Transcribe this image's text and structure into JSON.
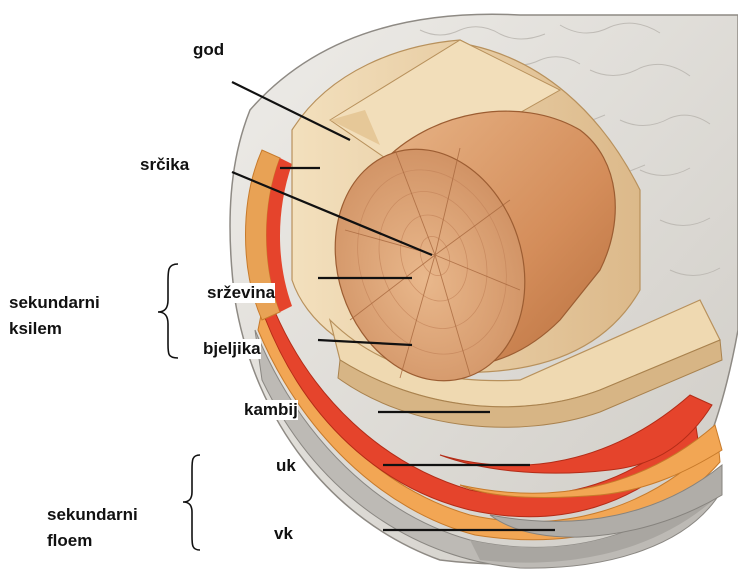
{
  "labels": {
    "god": "god",
    "srcika": "srčika",
    "srzevina": "srževina",
    "bjeljika": "bjeljika",
    "kambij": "kambij",
    "uk": "uk",
    "vk": "vk"
  },
  "groups": {
    "xylem": [
      "sekundarni",
      "ksilem"
    ],
    "phloem": [
      "sekundarni",
      "floem"
    ]
  },
  "colors": {
    "bark": "#dcdad6",
    "bark_dark": "#9b9893",
    "phloem_outer": "#c9c6c1",
    "phloem_inner": "#f0a24a",
    "cambium": "#e5442c",
    "sapwood": "#ecd2a8",
    "heartwood": "#d99a68",
    "line": "#111111"
  }
}
